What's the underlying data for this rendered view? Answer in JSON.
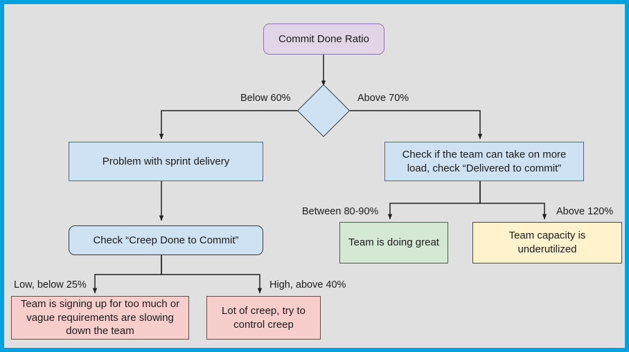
{
  "diagram": {
    "title": "Commit Done Ratio decision flowchart",
    "canvas_bg": "#e0e0e0",
    "frame_color": "#00a0e1",
    "nodes": {
      "root": {
        "label": "Commit Done Ratio",
        "fill": "#e1d5e7"
      },
      "decision": {
        "label": "",
        "fill": "#cfe2f3"
      },
      "problem_sprint": {
        "label": "Problem with sprint delivery",
        "fill": "#cfe2f3"
      },
      "check_load": {
        "label": "Check if the team can take on more load, check “Delivered to commit”",
        "fill": "#cfe2f3"
      },
      "check_creep": {
        "label": "Check “Creep Done to Commit”",
        "fill": "#cfe2f3"
      },
      "team_great": {
        "label": "Team is doing great",
        "fill": "#d5e8d4"
      },
      "capacity_under": {
        "label": "Team capacity is underutilized",
        "fill": "#fff2cc"
      },
      "signing_up": {
        "label": "Team is signing up for too much or vague requirements are slowing down the team",
        "fill": "#f8cecc"
      },
      "lot_of_creep": {
        "label": "Lot of creep, try to control creep",
        "fill": "#f8cecc"
      }
    },
    "edge_labels": {
      "below_60": "Below 60%",
      "above_70": "Above 70%",
      "between_80_90": "Between 80-90%",
      "above_120": "Above 120%",
      "low_below_25": "Low, below 25%",
      "high_above_40": "High, above 40%"
    }
  }
}
